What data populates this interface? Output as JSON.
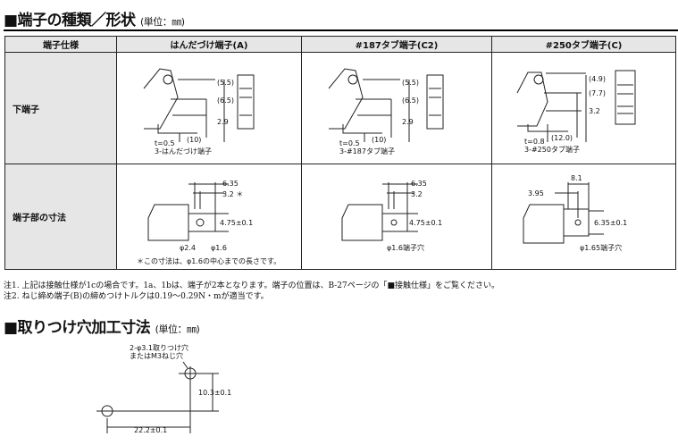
{
  "section1": {
    "title": "■端子の種類／形状",
    "unit": "(単位：㎜)"
  },
  "table": {
    "headers": [
      "端子仕様",
      "はんだづけ端子(A)",
      "#187タブ端子(C2)",
      "#250タブ端子(C)"
    ],
    "rows": [
      {
        "label": "下端子"
      },
      {
        "label": "端子部の寸法"
      }
    ],
    "lower": [
      {
        "d1": "(5.5)",
        "d2": "(6.5)",
        "d3": "2.9",
        "len": "(10)",
        "t": "t=0.5",
        "name": "3-はんだづけ端子"
      },
      {
        "d1": "(5.5)",
        "d2": "(6.5)",
        "d3": "2.9",
        "len": "(10)",
        "t": "t=0.5",
        "name": "3-#187タブ端子"
      },
      {
        "d1": "(4.9)",
        "d2": "(7.7)",
        "d3": "3.2",
        "len": "(12.0)",
        "t": "t=0.8",
        "name": "3-#250タブ端子"
      }
    ],
    "dims": [
      {
        "a": "6.35",
        "b": "3.2 ＊",
        "h": "4.75±0.1",
        "p1": "φ2.4",
        "p2": "φ1.6",
        "foot": "＊この寸法は、φ1.6の中心までの長さです。"
      },
      {
        "a": "6.35",
        "b": "3.2",
        "h": "4.75±0.1",
        "p1": "φ1.6端子穴"
      },
      {
        "a": "8.1",
        "b": "3.95",
        "h": "6.35±0.1",
        "p1": "φ1.65端子穴"
      }
    ]
  },
  "notes": [
    "注1. 上記は接触仕様が1cの場合です。1a、1bは、端子が2本となります。端子の位置は、B-27ページの「■接触仕様」をご覧ください。",
    "注2. ねじ締め端子(B)の締めつけトルクは0.19〜0.29N・mが適当です。"
  ],
  "section2": {
    "title": "■取りつけ穴加工寸法",
    "unit": "(単位：㎜)",
    "hole_label1": "2-φ3.1取りつけ穴",
    "hole_label2": "またはM3ねじ穴",
    "v": "10.3±0.1",
    "h": "22.2±0.1"
  }
}
